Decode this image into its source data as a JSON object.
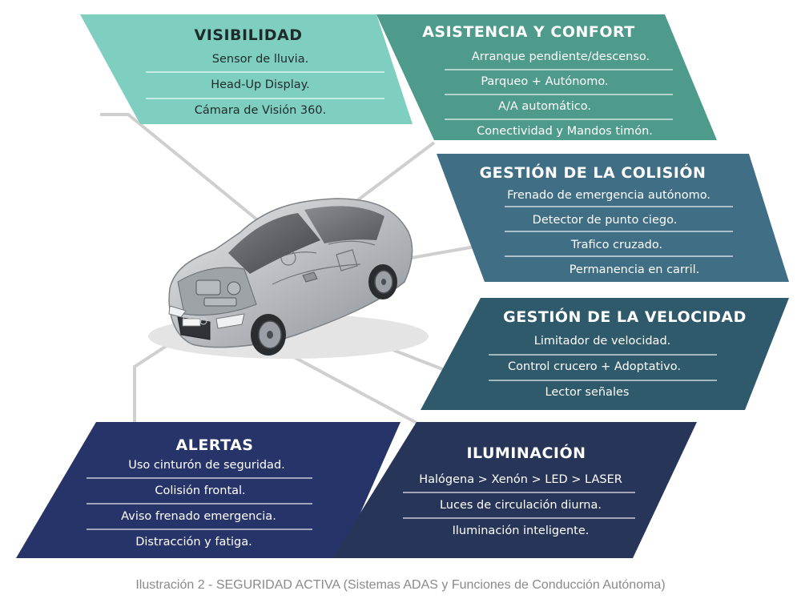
{
  "colors": {
    "visibilidad": "#7ecfc0",
    "asistencia": "#4f9b8b",
    "colision": "#3f6e85",
    "velocidad": "#2f5a6b",
    "alertas": "#27346a",
    "iluminacion": "#263558",
    "leader_lines": "#c9c9c9",
    "caption": "#8a8a8a"
  },
  "panels": {
    "visibilidad": {
      "title": "VISIBILIDAD",
      "items": [
        "Sensor de lluvia.",
        "Head-Up Display.",
        "Cámara de Visión 360."
      ]
    },
    "asistencia": {
      "title": "ASISTENCIA Y CONFORT",
      "items": [
        "Arranque pendiente/descenso.",
        "Parqueo + Autónomo.",
        "A/A automático.",
        "Conectividad y Mandos timón."
      ]
    },
    "colision": {
      "title": "GESTIÓN DE LA COLISIÓN",
      "items": [
        "Frenado de emergencia autónomo.",
        "Detector de punto ciego.",
        "Trafico cruzado.",
        "Permanencia en carril."
      ]
    },
    "velocidad": {
      "title": "GESTIÓN DE LA VELOCIDAD",
      "items": [
        "Limitador de velocidad.",
        "Control crucero + Adoptativo.",
        "Lector señales"
      ]
    },
    "alertas": {
      "title": "ALERTAS",
      "items": [
        "Uso cinturón de seguridad.",
        "Colisión frontal.",
        "Aviso frenado emergencia.",
        "Distracción y fatiga."
      ]
    },
    "iluminacion": {
      "title": "ILUMINACIÓN",
      "items": [
        "Halógena > Xenón > LED > LASER",
        "Luces de circulación diurna.",
        "Iluminación inteligente."
      ]
    }
  },
  "caption": "Ilustración 2 - SEGURIDAD ACTIVA (Sistemas ADAS  y Funciones de Conducción Autónoma)"
}
